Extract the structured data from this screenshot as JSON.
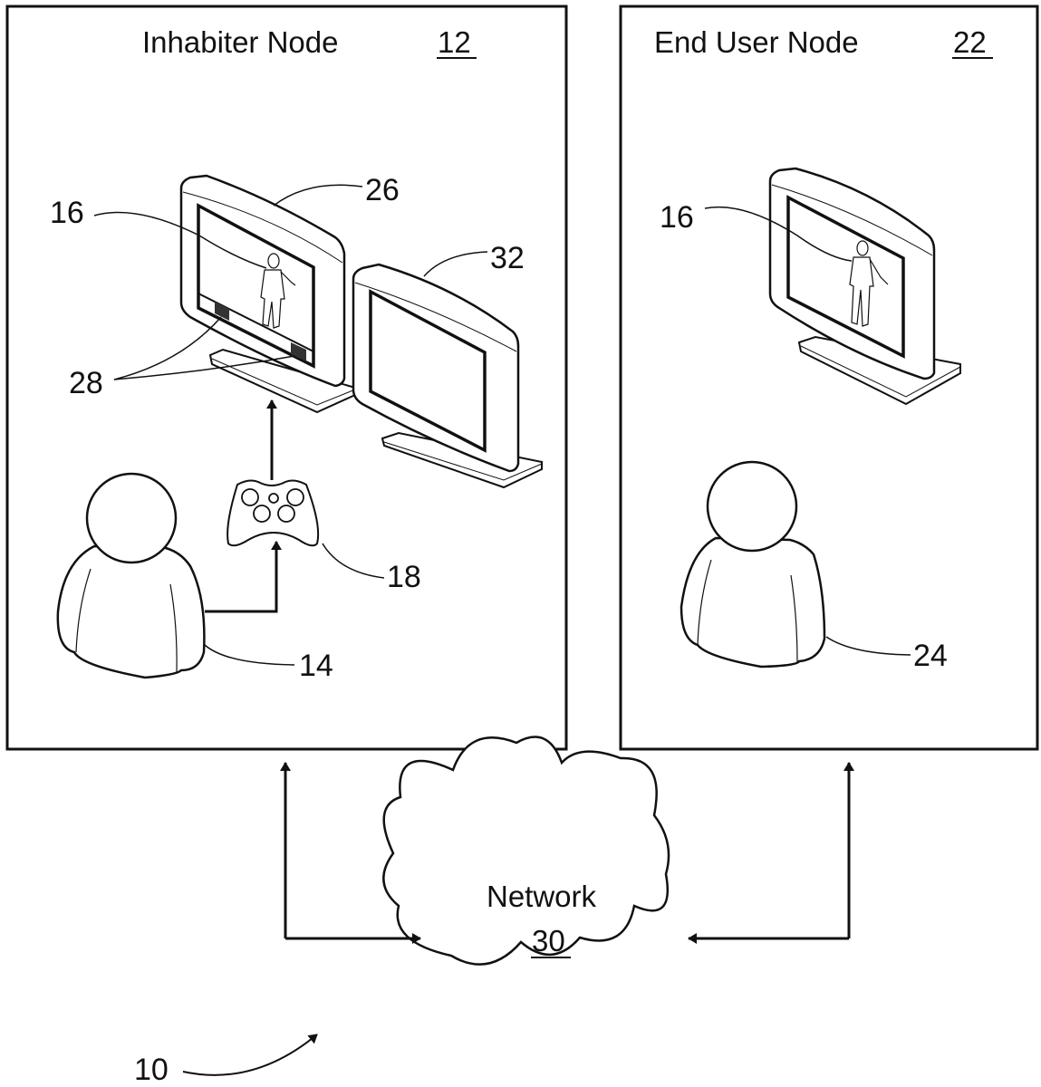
{
  "figure": {
    "reference_numeral": "10",
    "colors": {
      "ink": "#111111",
      "paper": "#ffffff"
    }
  },
  "inhabiter_node": {
    "title": "Inhabiter Node",
    "numeral": "12",
    "inhabiter_numeral": "14",
    "avatar_numeral": "16",
    "controller_numeral": "18",
    "display_numeral": "26",
    "indicator_numeral": "28",
    "second_display_numeral": "32"
  },
  "end_user_node": {
    "title": "End User Node",
    "numeral": "22",
    "avatar_numeral": "16",
    "end_user_numeral": "24"
  },
  "network": {
    "title": "Network",
    "numeral": "30"
  }
}
